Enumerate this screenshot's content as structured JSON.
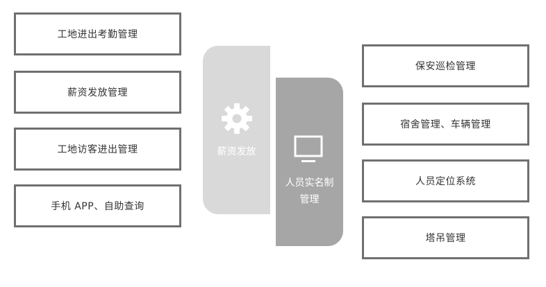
{
  "left_boxes": [
    {
      "label": "工地进出考勤管理"
    },
    {
      "label": "薪资发放管理"
    },
    {
      "label": "工地访客进出管理"
    },
    {
      "label": "手机 APP、自助查询"
    }
  ],
  "right_boxes": [
    {
      "label": "保安巡检管理"
    },
    {
      "label": "宿舍管理、车辆管理"
    },
    {
      "label": "人员定位系统"
    },
    {
      "label": "塔吊管理"
    }
  ],
  "center": {
    "salary": {
      "label": "薪资发放",
      "icon": "gear-icon"
    },
    "realname": {
      "line1": "人员实名制",
      "line2": "管理",
      "icon": "monitor-icon"
    }
  },
  "colors": {
    "box_border": "#6f6f6f",
    "salary_panel": "#d9d9d9",
    "realname_panel": "#a6a6a6",
    "icon_white": "#ffffff"
  }
}
